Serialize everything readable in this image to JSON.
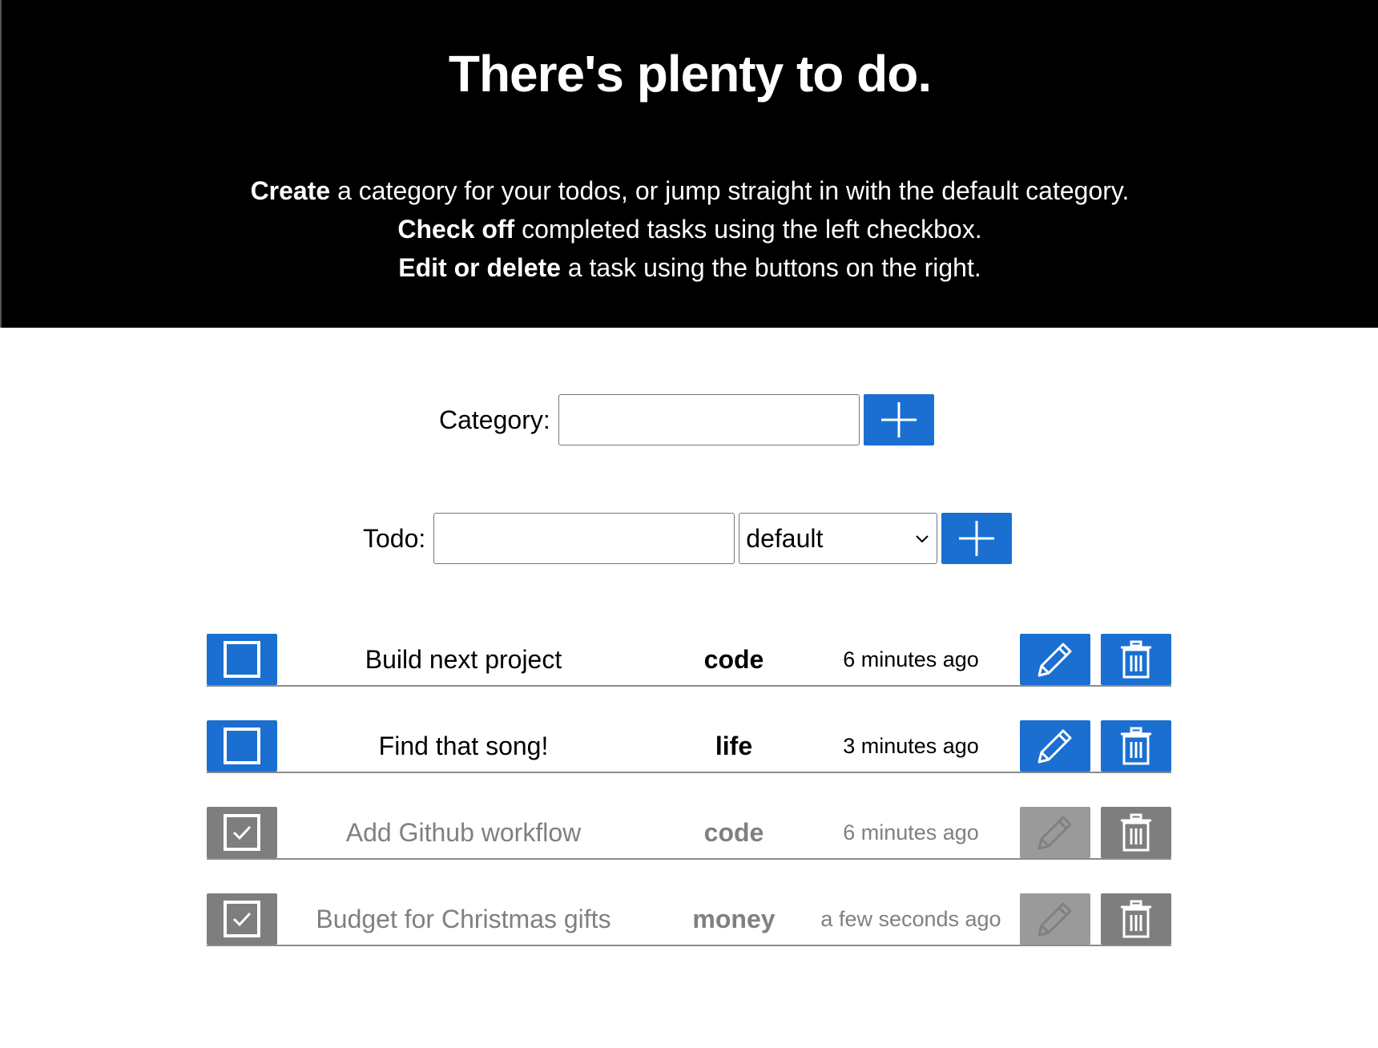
{
  "header": {
    "title": "There's plenty to do.",
    "lines": [
      {
        "bold": "Create",
        "rest": " a category for your todos, or jump straight in with the default category."
      },
      {
        "bold": "Check off",
        "rest": " completed tasks using the left checkbox."
      },
      {
        "bold": "Edit or delete",
        "rest": " a task using the buttons on the right."
      }
    ]
  },
  "category_form": {
    "label": "Category:",
    "input_value": "",
    "add_icon": "plus-icon"
  },
  "todo_form": {
    "label": "Todo:",
    "input_value": "",
    "selected_category": "default",
    "add_icon": "plus-icon"
  },
  "todos": [
    {
      "title": "Build next project",
      "category": "code",
      "time": "6 minutes ago",
      "done": false
    },
    {
      "title": "Find that song!",
      "category": "life",
      "time": "3 minutes ago",
      "done": false
    },
    {
      "title": "Add Github workflow",
      "category": "code",
      "time": "6 minutes ago",
      "done": true
    },
    {
      "title": "Budget for Christmas gifts",
      "category": "money",
      "time": "a few seconds ago",
      "done": true
    }
  ],
  "colors": {
    "hero_bg": "#000000",
    "accent": "#1a6fd1",
    "done_gray": "#7e7e7e"
  }
}
